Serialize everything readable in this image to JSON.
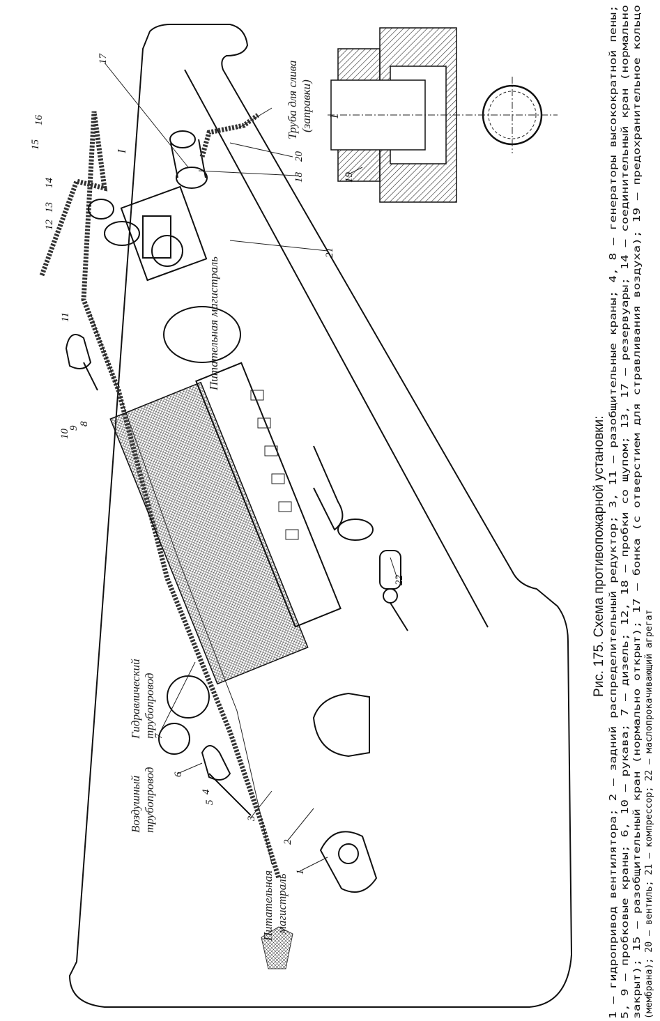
{
  "figure": {
    "title": "Рис. 175. Схема противопожарной установки:",
    "caption_lines": [
      "1 — гидропривод вентилятора; 2 — задний распределительный редуктор; 3, 11 — разобщительные краны; 4, 8 — генераторы высокократной пены;",
      "5, 9 — пробковые краны; 6, 10 — рукава; 7 — дизель; 12, 18 — пробки со щупом; 13, 17 — резервуары; 14 — соединительный кран (нормально",
      "закрыт); 15 — разобщительный кран (нормально открыт); 17 — бонка (с отверстием для стравливания воздуха); 19 — предохранительное кольцо",
      "(мембрана); 20 — вентиль; 21 — компрессор; 22 — маслопрокачивающий агрегат"
    ]
  },
  "labels": {
    "supply_main_top": "Питательная магистраль",
    "air_line_1": "Воздушный",
    "air_line_2": "трубопровод",
    "hydraulic_line_1": "Гидравлический",
    "hydraulic_line_2": "трубопровод",
    "supply_main_bottom_1": "Питательная",
    "supply_main_bottom_2": "магистраль",
    "drain_pipe_1": "Труба для слива",
    "drain_pipe_2": "(заправки)",
    "section_mark": "I",
    "section_mark_detail": "I"
  },
  "callouts": [
    "1",
    "2",
    "3",
    "4",
    "5",
    "6",
    "7",
    "8",
    "9",
    "10",
    "11",
    "12",
    "13",
    "14",
    "15",
    "16",
    "17",
    "18",
    "19",
    "20",
    "21",
    "22"
  ]
}
